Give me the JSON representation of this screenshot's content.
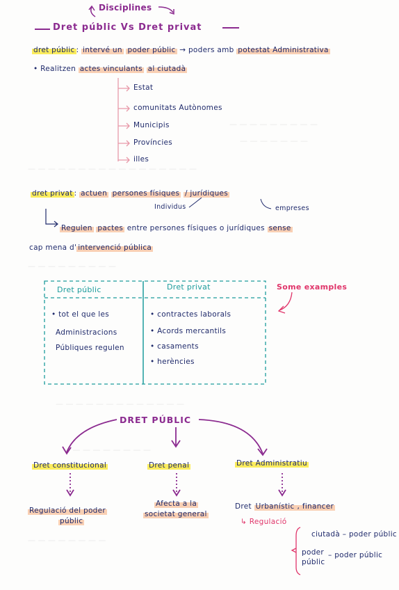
{
  "header": {
    "disciplines": "Disciplines",
    "title": "Dret públic Vs Dret privat"
  },
  "public_def": {
    "term": "dret públic",
    "colon": ":",
    "desc_1": "intervé un",
    "desc_2": "poder públic",
    "arrow": "→",
    "desc_3": "poders amb",
    "desc_4": "potestat Administrativa",
    "bullet": "• Realitzen",
    "bullet_2": "actes vinculants",
    "bullet_3": "al ciutadà",
    "branches": [
      "Estat",
      "comunitats Autònomes",
      "Municipis",
      "Províncies",
      "illes"
    ]
  },
  "private_def": {
    "term": "dret privat",
    "colon": ":",
    "desc_1": "actuen",
    "desc_2": "persones físiques",
    "desc_3": "/ jurídiques",
    "sub_individus": "Individus",
    "sub_empreses": "empreses",
    "line_2a": "Regulen",
    "line_2b": "pactes",
    "line_2c": "entre persones físiques o jurídiques",
    "line_2d": "sense",
    "line_3a": "cap mena d'",
    "line_3b": "intervenció pública"
  },
  "examples": {
    "label": "Some examples",
    "col_public": "Dret públic",
    "col_private": "Dret privat",
    "public_text": [
      "• tot el que les",
      "Administracions",
      "Públiques regulen"
    ],
    "private_items": [
      "• contractes laborals",
      "• Acords mercantils",
      "• casaments",
      "• herències"
    ]
  },
  "tree": {
    "root": "DRET PÚBLIC",
    "branches": [
      {
        "name": "Dret constitucional",
        "desc": [
          "Regulació del poder",
          "públic"
        ]
      },
      {
        "name": "Dret penal",
        "desc": [
          "Afecta a la",
          "societat general"
        ]
      },
      {
        "name": "Dret Administratiu",
        "desc": []
      }
    ],
    "admin_sub_1": "Dret",
    "admin_sub_2": "Urbanístic",
    "admin_sub_3": ", financer",
    "regulacio": "↳ Regulació",
    "rel_1_left": "ciutadà",
    "rel_1_right": "– poder públic",
    "rel_2_left_1": "poder",
    "rel_2_left_2": "públic",
    "rel_2_right": "– poder públic"
  },
  "colors": {
    "navy": "#1f2a6b",
    "purple": "#8b2a8f",
    "teal": "#1d9c9c",
    "pink": "#e0356a",
    "orange_highlight": "#f6aa78",
    "yellow_highlight": "#fae628"
  }
}
